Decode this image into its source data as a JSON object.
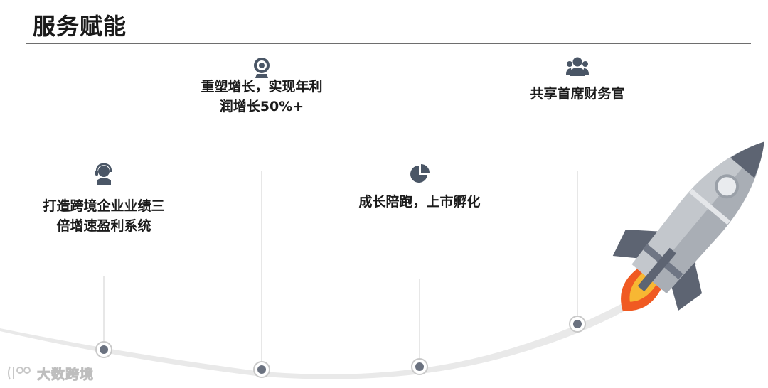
{
  "slide": {
    "title": "服务赋能"
  },
  "milestones": [
    {
      "label": "打造跨境企业业绩三\n倍增速盈利系统",
      "icon": "customer-service-icon"
    },
    {
      "label": "重塑增长，实现年利\n润增长50%+",
      "icon": "target-icon"
    },
    {
      "label": "成长陪跑，上市孵化",
      "icon": "pie-chart-icon"
    },
    {
      "label": "共享首席财务官",
      "icon": "team-icon"
    }
  ],
  "watermark": {
    "text": "大数跨境"
  },
  "colors": {
    "icon": "#4a5666",
    "node": "#6b7280",
    "curve": "#e6e6e6",
    "rocket_body": "#bfc3c8",
    "rocket_fin": "#5d6472",
    "flame_outer": "#f05a22",
    "flame_inner": "#f7b733"
  }
}
